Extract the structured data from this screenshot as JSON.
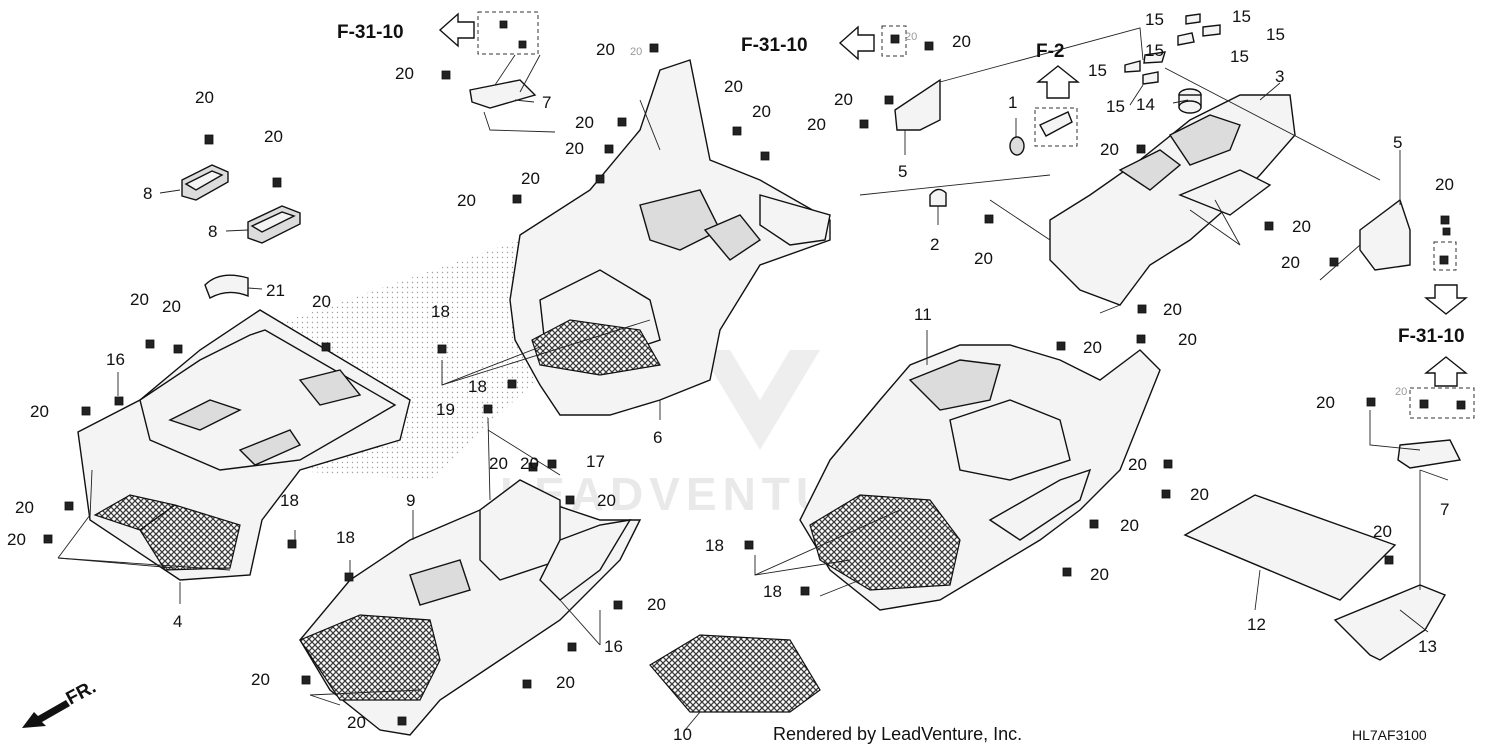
{
  "labels": [
    {
      "id": "p1",
      "text": "1"
    },
    {
      "id": "p2",
      "text": "2"
    },
    {
      "id": "p3",
      "text": "3"
    },
    {
      "id": "p4",
      "text": "4"
    },
    {
      "id": "p5a",
      "text": "5"
    },
    {
      "id": "p5b",
      "text": "5"
    },
    {
      "id": "p6",
      "text": "6"
    },
    {
      "id": "p7a",
      "text": "7"
    },
    {
      "id": "p7b",
      "text": "7"
    },
    {
      "id": "p8a",
      "text": "8"
    },
    {
      "id": "p8b",
      "text": "8"
    },
    {
      "id": "p9",
      "text": "9"
    },
    {
      "id": "p10",
      "text": "10"
    },
    {
      "id": "p11",
      "text": "11"
    },
    {
      "id": "p12",
      "text": "12"
    },
    {
      "id": "p13",
      "text": "13"
    },
    {
      "id": "p14",
      "text": "14"
    },
    {
      "id": "p15a",
      "text": "15"
    },
    {
      "id": "p15b",
      "text": "15"
    },
    {
      "id": "p15c",
      "text": "15"
    },
    {
      "id": "p15d",
      "text": "15"
    },
    {
      "id": "p15e",
      "text": "15"
    },
    {
      "id": "p15f",
      "text": "15"
    },
    {
      "id": "p15g",
      "text": "15"
    },
    {
      "id": "p16a",
      "text": "16"
    },
    {
      "id": "p16b",
      "text": "16"
    },
    {
      "id": "p17",
      "text": "17"
    },
    {
      "id": "p18a",
      "text": "18"
    },
    {
      "id": "p18b",
      "text": "18"
    },
    {
      "id": "p18c",
      "text": "18"
    },
    {
      "id": "p18d",
      "text": "18"
    },
    {
      "id": "p18e",
      "text": "18"
    },
    {
      "id": "p18f",
      "text": "18"
    },
    {
      "id": "p19",
      "text": "19"
    },
    {
      "id": "p20_01",
      "text": "20"
    },
    {
      "id": "p20_02",
      "text": "20"
    },
    {
      "id": "p20_03",
      "text": "20"
    },
    {
      "id": "p20_04",
      "text": "20"
    },
    {
      "id": "p20_05",
      "text": "20"
    },
    {
      "id": "p20_06",
      "text": "20"
    },
    {
      "id": "p20_07",
      "text": "20"
    },
    {
      "id": "p20_08",
      "text": "20"
    },
    {
      "id": "p20_09",
      "text": "20"
    },
    {
      "id": "p20_10",
      "text": "20"
    },
    {
      "id": "p20_11",
      "text": "20"
    },
    {
      "id": "p20_12",
      "text": "20"
    },
    {
      "id": "p20_13",
      "text": "20"
    },
    {
      "id": "p20_14",
      "text": "20"
    },
    {
      "id": "p20_15",
      "text": "20"
    },
    {
      "id": "p20_16",
      "text": "20"
    },
    {
      "id": "p20_17",
      "text": "20"
    },
    {
      "id": "p20_18",
      "text": "20"
    },
    {
      "id": "p20_19",
      "text": "20"
    },
    {
      "id": "p20_20",
      "text": "20"
    },
    {
      "id": "p20_21",
      "text": "20"
    },
    {
      "id": "p20_22",
      "text": "20"
    },
    {
      "id": "p20_23",
      "text": "20"
    },
    {
      "id": "p20_24",
      "text": "20"
    },
    {
      "id": "p20_25",
      "text": "20"
    },
    {
      "id": "p20_26",
      "text": "20"
    },
    {
      "id": "p20_27",
      "text": "20"
    },
    {
      "id": "p20_28",
      "text": "20"
    },
    {
      "id": "p20_29",
      "text": "20"
    },
    {
      "id": "p20_30",
      "text": "20"
    },
    {
      "id": "p20_31",
      "text": "20"
    },
    {
      "id": "p20_32",
      "text": "20"
    },
    {
      "id": "p20_33",
      "text": "20"
    },
    {
      "id": "p20_34",
      "text": "20"
    },
    {
      "id": "p20_35",
      "text": "20"
    },
    {
      "id": "p20_36",
      "text": "20"
    },
    {
      "id": "p20_37",
      "text": "20"
    },
    {
      "id": "p20_38",
      "text": "20"
    },
    {
      "id": "p20_39",
      "text": "20"
    },
    {
      "id": "p20_40",
      "text": "20"
    },
    {
      "id": "p20_41",
      "text": "20"
    },
    {
      "id": "p20_42",
      "text": "20"
    },
    {
      "id": "p20_43",
      "text": "20"
    },
    {
      "id": "p21",
      "text": "21"
    }
  ],
  "refs": {
    "ref1": "F-31-10",
    "ref2": "F-31-10",
    "ref3": "F-2",
    "ref4": "F-31-10"
  },
  "front_marker": "FR.",
  "footer": {
    "credit": "Rendered by LeadVenture, Inc.",
    "code": "HL7AF3100"
  },
  "watermark": "LEADVENTURE",
  "colors": {
    "ink": "#111111",
    "paper": "#ffffff",
    "mesh": "#3a3a3a",
    "watermark": "#e9e9e9"
  }
}
